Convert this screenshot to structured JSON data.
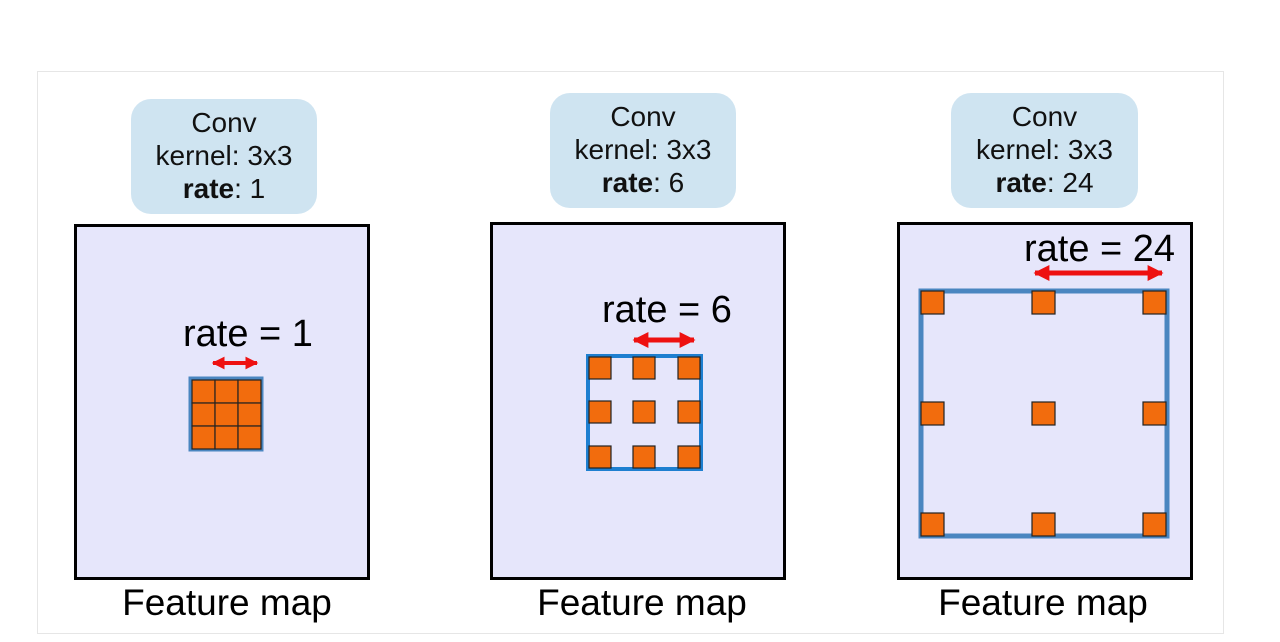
{
  "panels": [
    {
      "conv": "Conv",
      "kernel": "kernel: 3x3",
      "rate_key": "rate",
      "rate_value": ": 1",
      "rate_label": "rate = 1",
      "caption": "Feature map",
      "rate": 1
    },
    {
      "conv": "Conv",
      "kernel": "kernel: 3x3",
      "rate_key": "rate",
      "rate_value": ": 6",
      "rate_label": "rate = 6",
      "caption": "Feature map",
      "rate": 6
    },
    {
      "conv": "Conv",
      "kernel": "kernel: 3x3",
      "rate_key": "rate",
      "rate_value": ": 24",
      "rate_label": "rate = 24",
      "caption": "Feature map",
      "rate": 24
    }
  ],
  "colors": {
    "label_box": "#cfe4f1",
    "feature_map": "#e6e6fb",
    "kernel_cell": "#f26c0d",
    "grid_outline": "#4a86c0",
    "arrow": "#ee1111"
  }
}
